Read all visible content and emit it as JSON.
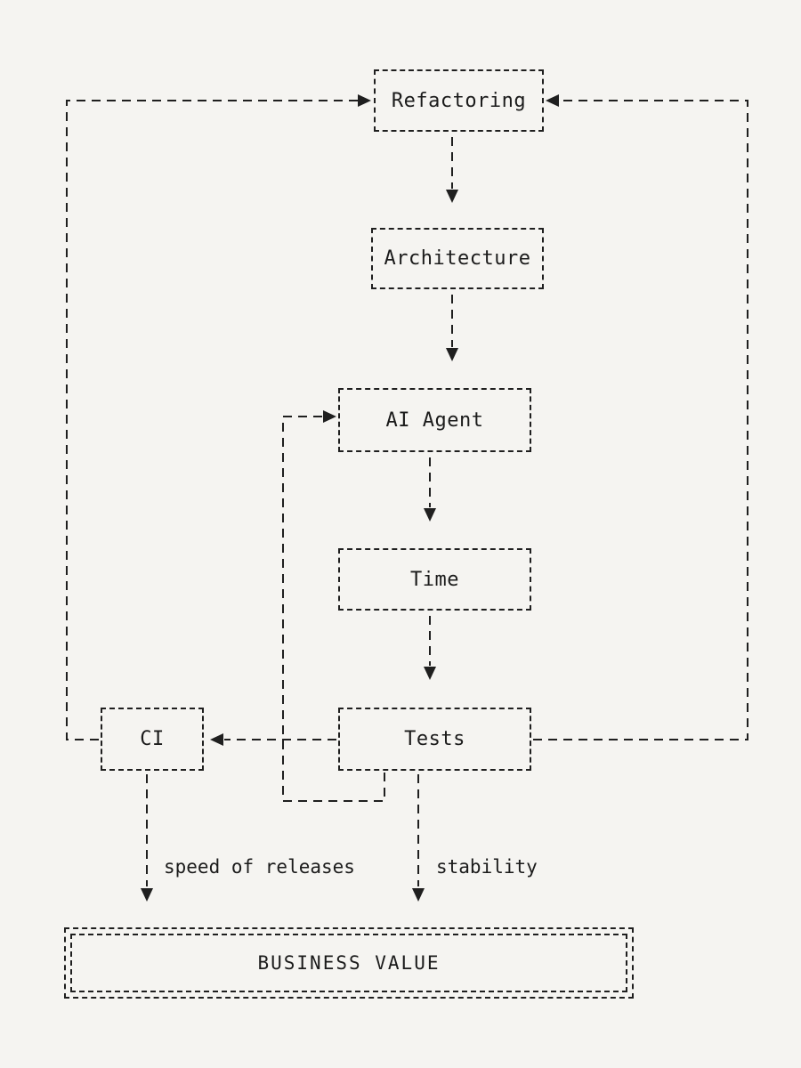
{
  "nodes": {
    "refactoring": "Refactoring",
    "architecture": "Architecture",
    "ai_agent": "AI Agent",
    "time": "Time",
    "tests": "Tests",
    "ci": "CI",
    "business_value": "BUSINESS VALUE"
  },
  "edge_labels": {
    "speed_of_releases": "speed of releases",
    "stability": "stability"
  },
  "colors": {
    "background": "#f5f4f1",
    "ink": "#1f1f1f"
  }
}
